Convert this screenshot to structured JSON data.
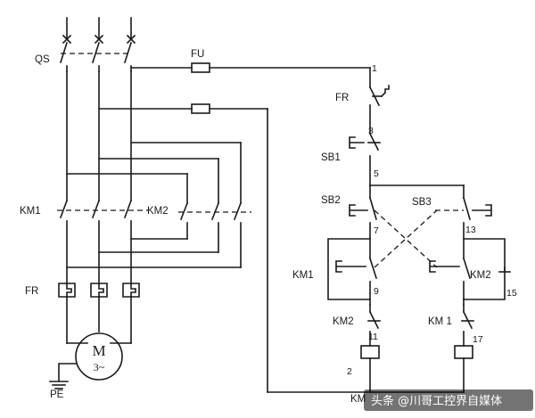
{
  "labels": {
    "qs": "QS",
    "fu": "FU",
    "km1_main": "KM1",
    "km2_main": "KM2",
    "fr_main": "FR",
    "fr_ctrl": "FR",
    "sb1": "SB1",
    "sb2": "SB2",
    "sb3": "SB3",
    "km1_hold": "KM1",
    "km2_hold": "KM2",
    "km2_inter": "KM2",
    "km1_inter": "KM 1",
    "pe": "PE",
    "motor": "M",
    "motor_phase": "3~",
    "km_bottom": "KM"
  },
  "nodes": {
    "n1": "1",
    "n3": "3",
    "n5": "5",
    "n7": "7",
    "n9": "9",
    "n11": "11",
    "n2": "2",
    "n13": "13",
    "n15": "15",
    "n17": "17"
  },
  "watermark": {
    "text": "头条 @川哥工控界自媒体"
  }
}
